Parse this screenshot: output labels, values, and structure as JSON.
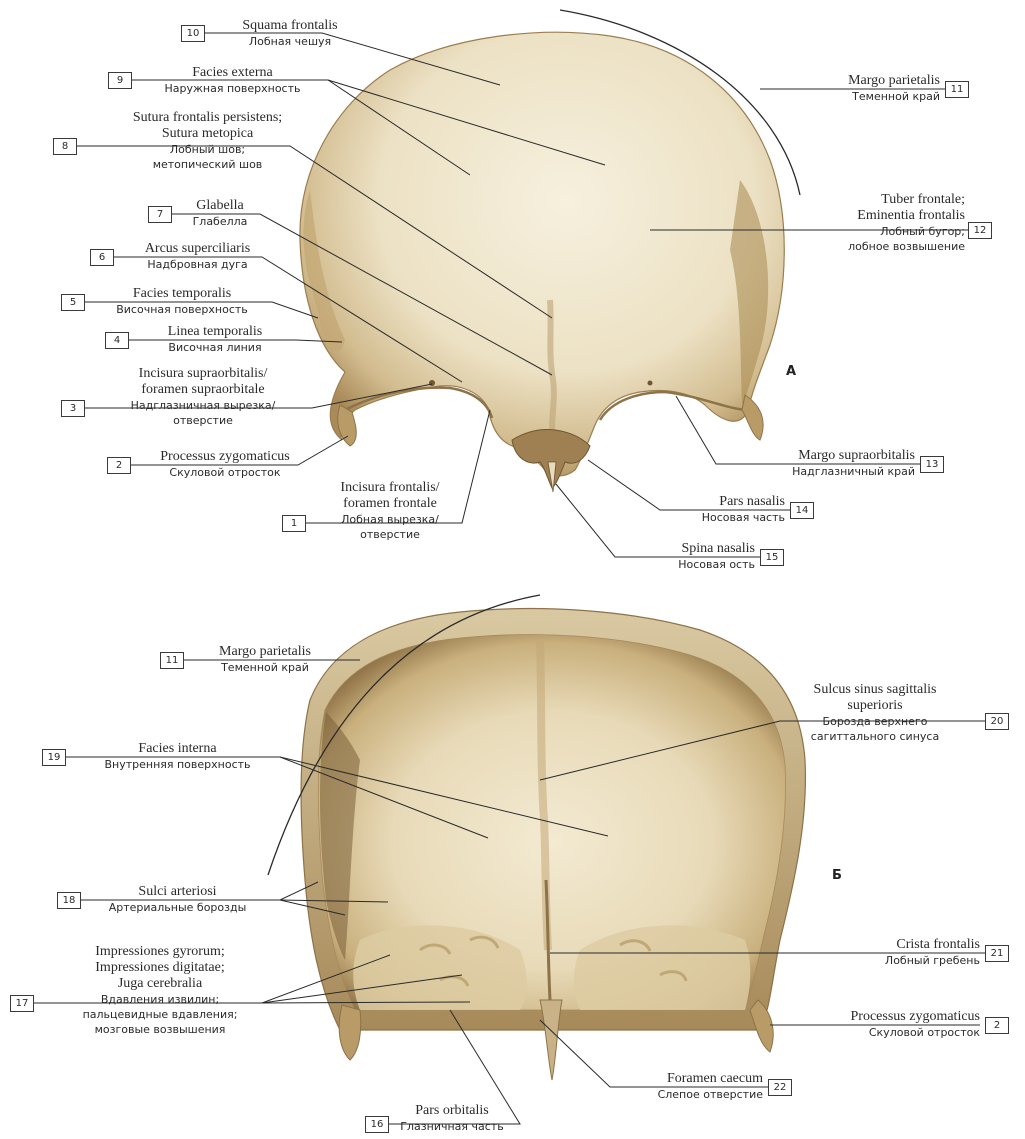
{
  "views": {
    "a": "А",
    "b": "Б"
  },
  "labels": {
    "l1": {
      "num": "1",
      "la": [
        "Incisura frontalis/",
        "foramen frontale"
      ],
      "ru": [
        "Лобная вырезка/",
        "отверстие"
      ]
    },
    "l2": {
      "num": "2",
      "la": [
        "Processus zygomaticus"
      ],
      "ru": [
        "Скуловой отросток"
      ]
    },
    "l3": {
      "num": "3",
      "la": [
        "Incisura supraorbitalis/",
        "foramen supraorbitale"
      ],
      "ru": [
        "Надглазничная вырезка/",
        "отверстие"
      ]
    },
    "l4": {
      "num": "4",
      "la": [
        "Linea temporalis"
      ],
      "ru": [
        "Височная линия"
      ]
    },
    "l5": {
      "num": "5",
      "la": [
        "Facies temporalis"
      ],
      "ru": [
        "Височная поверхность"
      ]
    },
    "l6": {
      "num": "6",
      "la": [
        "Arcus superciliaris"
      ],
      "ru": [
        "Надбровная дуга"
      ]
    },
    "l7": {
      "num": "7",
      "la": [
        "Glabella"
      ],
      "ru": [
        "Глабелла"
      ]
    },
    "l8": {
      "num": "8",
      "la": [
        "Sutura frontalis persistens;",
        "Sutura metopica"
      ],
      "ru": [
        "Лобный шов;",
        "метопический шов"
      ]
    },
    "l9": {
      "num": "9",
      "la": [
        "Facies externa"
      ],
      "ru": [
        "Наружная поверхность"
      ]
    },
    "l10": {
      "num": "10",
      "la": [
        "Squama frontalis"
      ],
      "ru": [
        "Лобная чешуя"
      ]
    },
    "l11": {
      "num": "11",
      "la": [
        "Margo parietalis"
      ],
      "ru": [
        "Теменной край"
      ]
    },
    "l12": {
      "num": "12",
      "la": [
        "Tuber frontale;",
        "Eminentia frontalis"
      ],
      "ru": [
        "Лобный бугор;",
        "лобное возвышение"
      ]
    },
    "l13": {
      "num": "13",
      "la": [
        "Margo supraorbitalis"
      ],
      "ru": [
        "Надглазничный край"
      ]
    },
    "l14": {
      "num": "14",
      "la": [
        "Pars nasalis"
      ],
      "ru": [
        "Носовая часть"
      ]
    },
    "l15": {
      "num": "15",
      "la": [
        "Spina nasalis"
      ],
      "ru": [
        "Носовая ость"
      ]
    },
    "l11b": {
      "num": "11",
      "la": [
        "Margo parietalis"
      ],
      "ru": [
        "Теменной край"
      ]
    },
    "l19": {
      "num": "19",
      "la": [
        "Facies interna"
      ],
      "ru": [
        "Внутренняя поверхность"
      ]
    },
    "l20": {
      "num": "20",
      "la": [
        "Sulcus sinus sagittalis",
        "superioris"
      ],
      "ru": [
        "Борозда верхнего",
        "сагиттального синуса"
      ]
    },
    "l18": {
      "num": "18",
      "la": [
        "Sulci arteriosi"
      ],
      "ru": [
        "Артериальные борозды"
      ]
    },
    "l21": {
      "num": "21",
      "la": [
        "Crista frontalis"
      ],
      "ru": [
        "Лобный гребень"
      ]
    },
    "l17": {
      "num": "17",
      "la": [
        "Impressiones gyrorum;",
        "Impressiones digitatae;",
        "Juga cerebralia"
      ],
      "ru": [
        "Вдавления извилин;",
        "пальцевидные вдавления;",
        "мозговые возвышения"
      ]
    },
    "l2b": {
      "num": "2",
      "la": [
        "Processus zygomaticus"
      ],
      "ru": [
        "Скуловой отросток"
      ]
    },
    "l22": {
      "num": "22",
      "la": [
        "Foramen caecum"
      ],
      "ru": [
        "Слепое отверстие"
      ]
    },
    "l16": {
      "num": "16",
      "la": [
        "Pars orbitalis"
      ],
      "ru": [
        "Глазничная часть"
      ]
    }
  },
  "colors": {
    "bone": "#efe6cf",
    "bone_shade": "#c9b287",
    "bone_dark": "#8e7248",
    "line": "#3a3a3a"
  }
}
